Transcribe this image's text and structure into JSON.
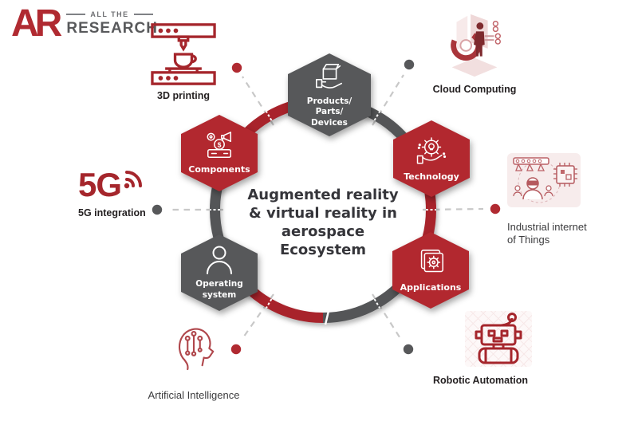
{
  "logo": {
    "letter_a": "A",
    "letter_r": "R",
    "tagline": "ALL THE",
    "name": "RESEARCH"
  },
  "center_title": {
    "lines": [
      "Augmented reality",
      "& virtual reality in",
      "aerospace",
      "Ecosystem"
    ]
  },
  "hexagons": {
    "products": {
      "lines": [
        "Products/",
        "Parts/",
        "Devices"
      ]
    },
    "components": {
      "label": "Components"
    },
    "technology": {
      "label": "Technology"
    },
    "applications": {
      "label": "Applications"
    },
    "operating_system": {
      "lines": [
        "Operating",
        "system"
      ]
    }
  },
  "satellites": {
    "printing_3d": {
      "label": "3D printing"
    },
    "cloud_computing": {
      "label": "Cloud Computing"
    },
    "industrial_iot": {
      "lines": [
        "Industrial internet",
        "of Things"
      ]
    },
    "robotic_automation": {
      "label": "Robotic Automation"
    },
    "artificial_intelligence": {
      "label": "Artificial Intelligence"
    },
    "five_g": {
      "icon_text": "5G",
      "label": "5G integration"
    }
  },
  "colors": {
    "brand_red": "#b02a31",
    "hexagon_red": "#b2282f",
    "ring_red": "#a8232b",
    "dark_gray": "#57585a",
    "connector_gray": "#c8c8c8",
    "label_dark": "#231f20"
  }
}
